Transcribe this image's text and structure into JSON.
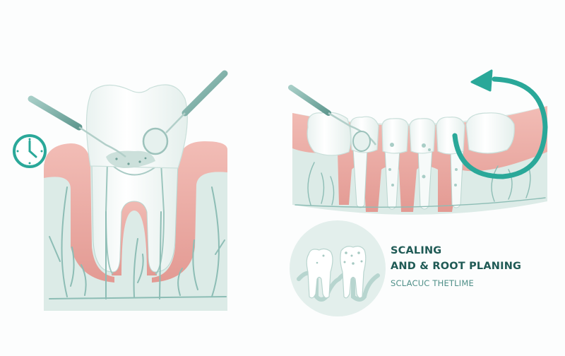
{
  "illustration": {
    "subject": "Dental scaling and root planing",
    "panels": [
      {
        "name": "single-tooth-cross-section",
        "tools": [
          "dental-scaler",
          "dental-mirror"
        ],
        "icon": "clock-icon"
      },
      {
        "name": "dental-arch-cross-section",
        "tools": [
          "dental-scaler"
        ],
        "icon": "circular-arrow-icon"
      },
      {
        "name": "tooth-comparison-badge",
        "teeth": [
          "clean-tooth",
          "tartar-tooth"
        ]
      }
    ]
  },
  "caption": {
    "title_line1": "SCALING",
    "title_line2": "AND & ROOT PLANING",
    "subtitle": "SCLACUC THETLIME"
  },
  "colors": {
    "teal_accent": "#2aa899",
    "dark_teal_text": "#1f5a55",
    "subtitle_text": "#4f8f88",
    "gum_pink": "#eaa9a2",
    "bone_mint": "#dcebe7",
    "nerve_teal": "#8dbdb5",
    "tooth_white": "#ffffff",
    "tool_steel": "#7fb0a8"
  }
}
